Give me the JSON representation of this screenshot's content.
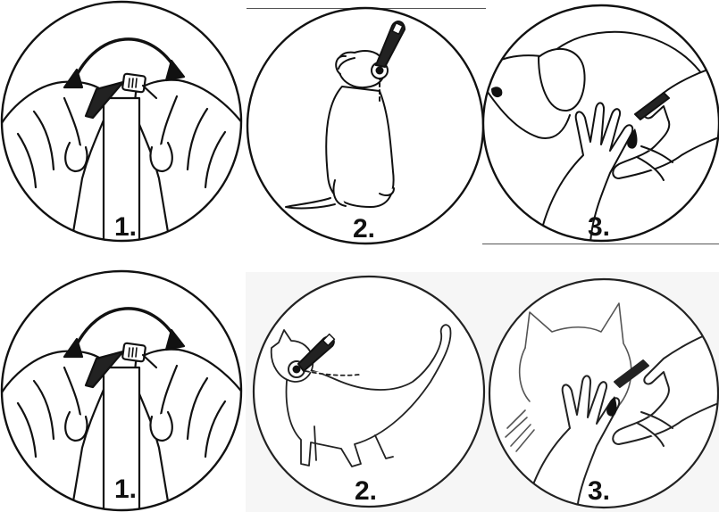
{
  "steps_row_dog": [
    {
      "label": "1."
    },
    {
      "label": "2."
    },
    {
      "label": "3."
    }
  ],
  "steps_row_cat": [
    {
      "label": "1."
    },
    {
      "label": "2."
    },
    {
      "label": "3."
    }
  ],
  "colors": {
    "stroke": "#111111",
    "fill": "#ffffff",
    "dark": "#1a1a1a",
    "background_cat_panels": "#f6f6f6"
  },
  "icons": [
    "fingers-bending-pipette-icon",
    "dog-applying-pipette-icon",
    "hands-parting-dog-fur-icon",
    "fingers-bending-pipette-icon",
    "cat-applying-pipette-icon",
    "hands-parting-cat-fur-icon"
  ]
}
